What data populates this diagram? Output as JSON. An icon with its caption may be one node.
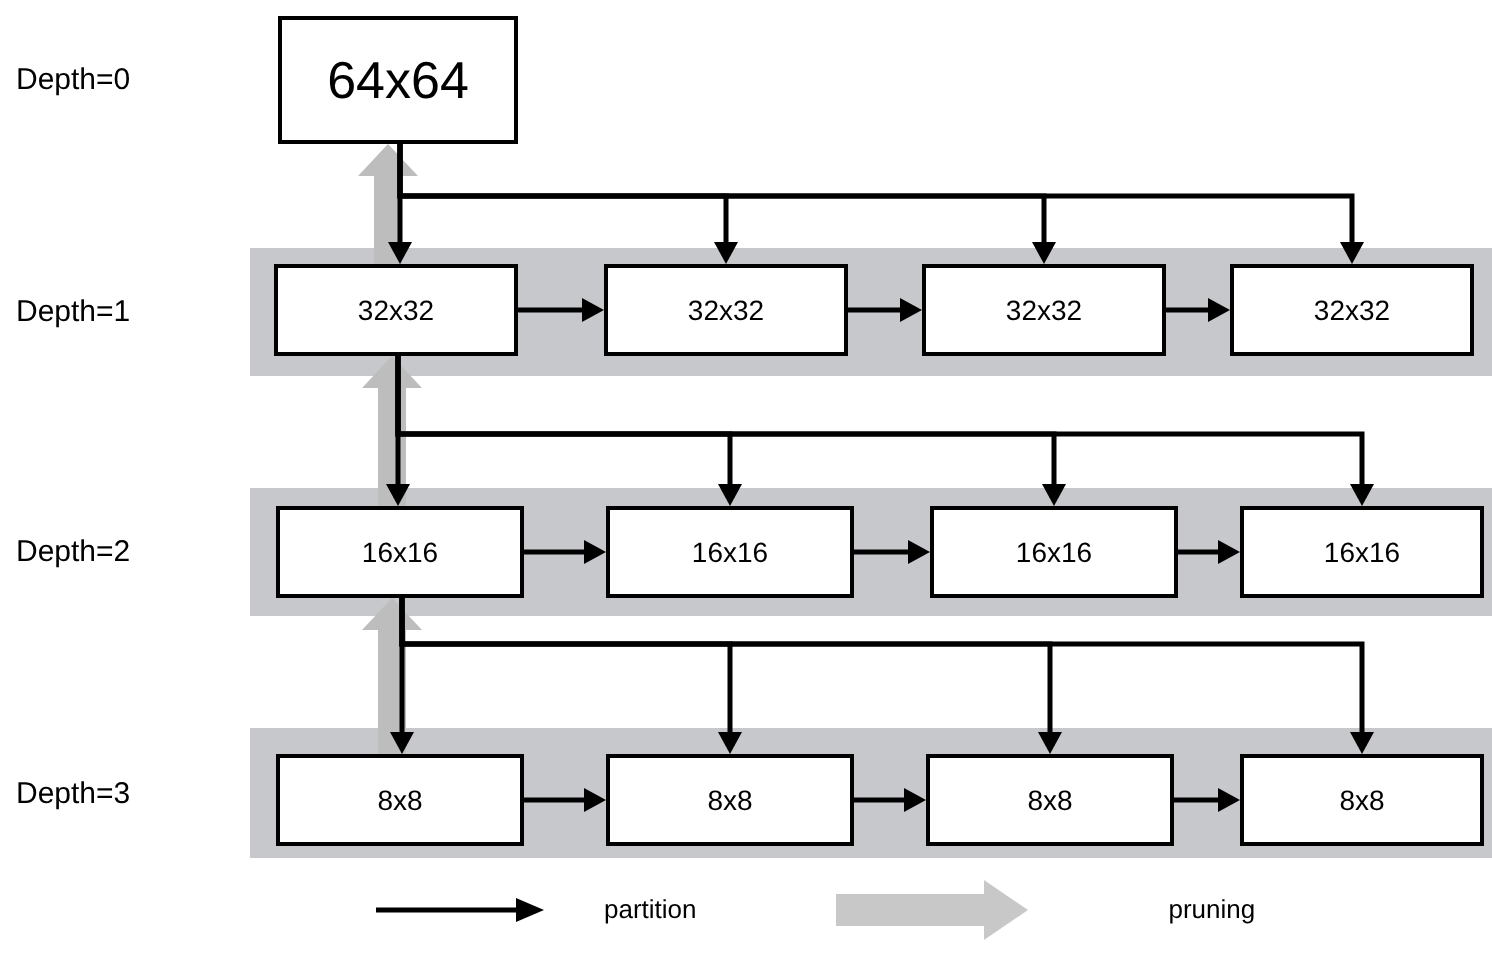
{
  "diagram": {
    "nodes": [
      {
        "text": [
          "64x64"
        ]
      },
      {
        "text": [],
        "shape": "band"
      },
      {
        "text": [
          "32x32"
        ],
        "in": 1
      },
      {
        "text": [
          "32x32"
        ],
        "in": 1
      },
      {
        "text": [
          "32x32"
        ],
        "in": 1
      },
      {
        "text": [
          "32x32"
        ],
        "in": 1
      },
      {
        "text": [],
        "shape": "band"
      },
      {
        "text": [
          "16x16"
        ],
        "in": 6
      },
      {
        "text": [
          "16x16"
        ],
        "in": 6
      },
      {
        "text": [
          "16x16"
        ],
        "in": 6
      },
      {
        "text": [
          "16x16"
        ],
        "in": 6
      },
      {
        "text": [],
        "shape": "band"
      },
      {
        "text": [
          "8x8"
        ],
        "in": 11
      },
      {
        "text": [
          "8x8"
        ],
        "in": 11
      },
      {
        "text": [
          "8x8"
        ],
        "in": 11
      },
      {
        "text": [
          "8x8"
        ],
        "in": 11
      }
    ],
    "edges": [
      {
        "from": 0,
        "to": 2,
        "arrow": "to"
      },
      {
        "from": 0,
        "to": 3,
        "arrow": "to"
      },
      {
        "from": 0,
        "to": 4,
        "arrow": "to"
      },
      {
        "from": 0,
        "to": 5,
        "arrow": "to"
      },
      {
        "from": 2,
        "to": 3,
        "arrow": "to"
      },
      {
        "from": 3,
        "to": 4,
        "arrow": "to"
      },
      {
        "from": 4,
        "to": 5,
        "arrow": "to"
      },
      {
        "from": 2,
        "to": 7,
        "arrow": "to"
      },
      {
        "from": 2,
        "to": 8,
        "arrow": "to"
      },
      {
        "from": 2,
        "to": 9,
        "arrow": "to"
      },
      {
        "from": 2,
        "to": 10,
        "arrow": "to"
      },
      {
        "from": 7,
        "to": 8,
        "arrow": "to"
      },
      {
        "from": 8,
        "to": 9,
        "arrow": "to"
      },
      {
        "from": 9,
        "to": 10,
        "arrow": "to"
      },
      {
        "from": 7,
        "to": 12,
        "arrow": "to"
      },
      {
        "from": 7,
        "to": 13,
        "arrow": "to"
      },
      {
        "from": 7,
        "to": 14,
        "arrow": "to"
      },
      {
        "from": 7,
        "to": 15,
        "arrow": "to"
      },
      {
        "from": 12,
        "to": 13,
        "arrow": "to"
      },
      {
        "from": 13,
        "to": 14,
        "arrow": "to"
      },
      {
        "from": 14,
        "to": 15,
        "arrow": "to"
      },
      {
        "from": 2,
        "to": 0,
        "arrow": "to",
        "style": "thick",
        "color": "#bdbdbd"
      },
      {
        "from": 7,
        "to": 2,
        "arrow": "to",
        "style": "thick",
        "color": "#bdbdbd"
      },
      {
        "from": 12,
        "to": 7,
        "arrow": "to",
        "style": "thick",
        "color": "#bdbdbd"
      }
    ],
    "labels": [
      "Depth=0",
      "Depth=1",
      "Depth=2",
      "Depth=3"
    ],
    "legend": [
      {
        "text": "partition"
      },
      {
        "text": "pruning"
      }
    ]
  }
}
